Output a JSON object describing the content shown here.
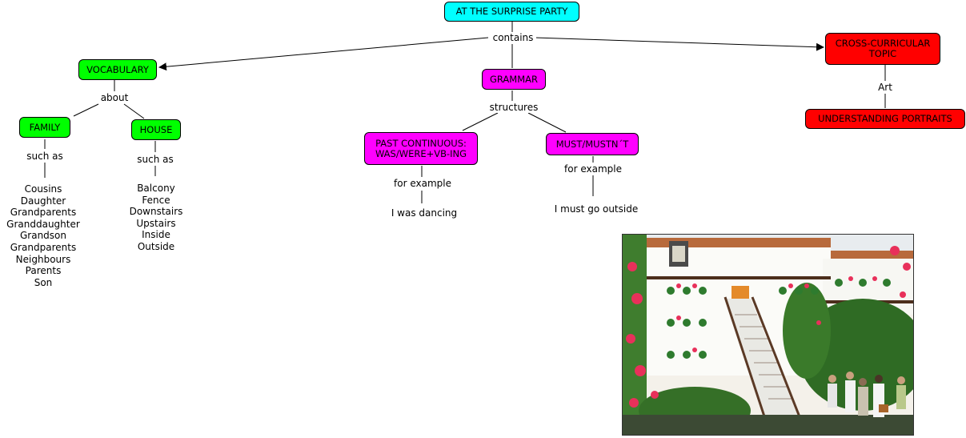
{
  "nodes": {
    "root": "AT THE SURPRISE PARTY",
    "vocabulary": "VOCABULARY",
    "grammar": "GRAMMAR",
    "cross_curricular": "CROSS-CURRICULAR TOPIC",
    "understanding_portraits": "UNDERSTANDING PORTRAITS",
    "family": "FAMILY",
    "house": "HOUSE",
    "past_continuous": "PAST CONTINUOUS: WAS/WERE+VB-ING",
    "must": "MUST/MUSTN´T"
  },
  "labels": {
    "contains": "contains",
    "about": "about",
    "structures": "structures",
    "art": "Art",
    "family_such_as": "such as",
    "house_such_as": "such as",
    "past_for_example": "for example",
    "must_for_example": "for example"
  },
  "examples": {
    "past_continuous": "I was dancing",
    "must": "I must go outside"
  },
  "family_words": [
    "Cousins",
    "Daughter",
    "Grandparents",
    "Granddaughter",
    "Grandson",
    "Grandparents",
    "Neighbours",
    "Parents",
    "Son"
  ],
  "house_words": [
    "Balcony",
    "Fence",
    "Downstairs",
    "Upstairs",
    "Inside",
    "Outside"
  ],
  "colors": {
    "root": "#00ffff",
    "vocabulary": "#00ff00",
    "grammar": "#ff00ff",
    "cross_curricular": "#ff0000"
  },
  "image": "courtyard-patio-photo"
}
